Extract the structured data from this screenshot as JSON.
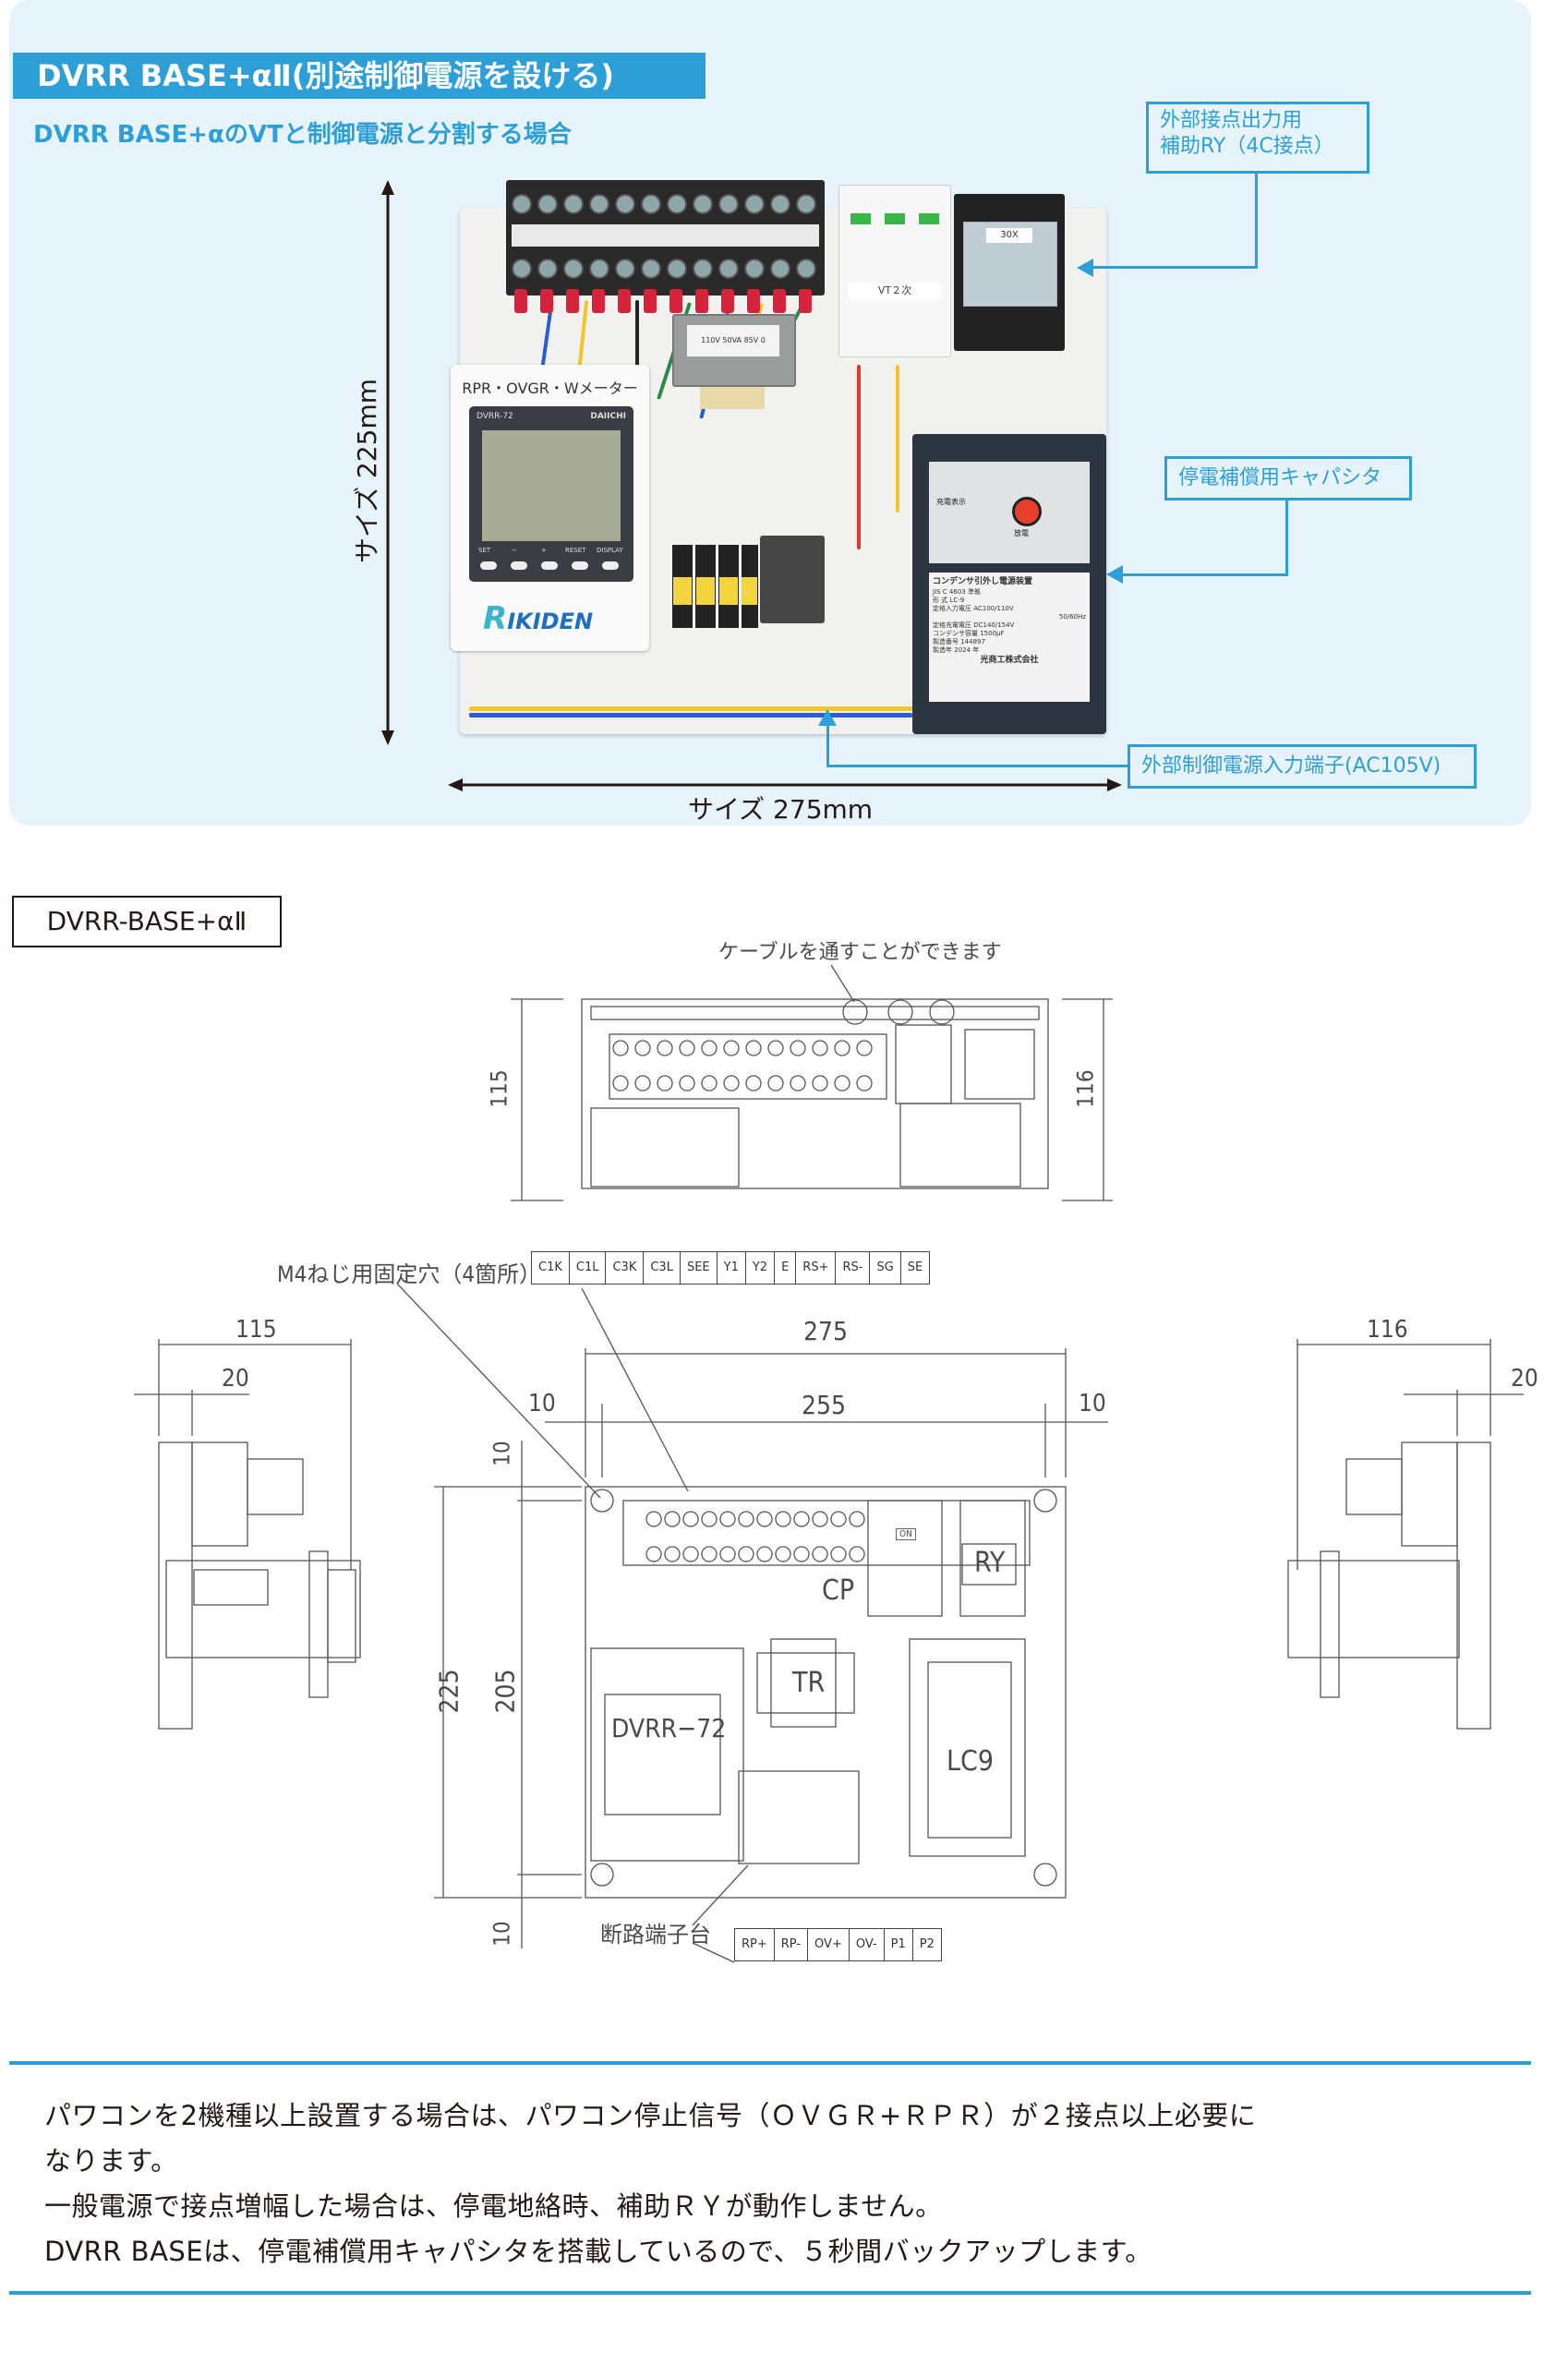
{
  "header": {
    "title": "DVRR BASE+αⅡ(別途制御電源を設ける)",
    "subtitle": "DVRR BASE+αのVTと制御電源と分割する場合"
  },
  "photo": {
    "callouts": {
      "relay": [
        "外部接点出力用",
        "補助RY（4C接点）"
      ],
      "capacitor": "停電補償用キャパシタ",
      "power_input": "外部制御電源入力端子(AC105V)"
    },
    "dimensions": {
      "height": "サイズ 225mm",
      "width": "サイズ 275mm"
    },
    "meter": {
      "title": "RPR・OVGR・Wメーター",
      "model": "DVRR-72",
      "brand": "DAIICHI",
      "keys": [
        "SET",
        "−",
        "+",
        "RESET",
        "DISPLAY"
      ]
    },
    "logo": "IKIDEN",
    "breaker_label": "VT２次",
    "relay_tag": "30X",
    "transformer_label": "110V  50VA  85V  0",
    "capacitor": {
      "charge_label": "充電表示",
      "discharge_label": "放電",
      "device_title": "コンデンサ引外し電源装置",
      "lines": [
        "JIS C 4603 準拠",
        "形 式  LC-9",
        "定格入力電圧 AC100/110V",
        "50/60Hz",
        "定格充電電圧 DC140/154V",
        "コンデンサ容量 1500μF",
        "製造番号 144897",
        "製造年 2024 年"
      ],
      "maker": "光商工株式会社"
    }
  },
  "drawing": {
    "label": "DVRR-BASE+αⅡ",
    "cable_note": "ケーブルを通すことができます",
    "screw_note": "M4ねじ用固定穴（4箇所）",
    "terminal_note": "断路端子台",
    "top_terminals": [
      "C1K",
      "C1L",
      "C3K",
      "C3L",
      "SEE",
      "Y1",
      "Y2",
      "E",
      "RS+",
      "RS-",
      "SG",
      "SE"
    ],
    "bottom_terminals": [
      "RP+",
      "RP-",
      "OV+",
      "OV-",
      "P1",
      "P2"
    ],
    "dims": {
      "top_left_depth": "115",
      "top_right_depth": "116",
      "left_depth": "115",
      "left_offset": "20",
      "right_depth": "116",
      "right_offset": "20",
      "overall_width": "275",
      "inner_width": "255",
      "margin_left": "10",
      "margin_right": "10",
      "overall_height": "225",
      "inner_height": "205",
      "margin_top": "10",
      "margin_bottom": "10"
    },
    "components": {
      "meter": "DVRR−72",
      "transformer": "TR",
      "capacitor": "LC9",
      "breaker": "CP",
      "relay": "RY",
      "breaker_on": "ON"
    }
  },
  "notes": [
    "パワコンを2機種以上設置する場合は、パワコン停止信号（ＯＶＧＲ+ＲＰＲ）が２接点以上必要に",
    "なります。",
    "一般電源で接点増幅した場合は、停電地絡時、補助ＲＹが動作しません。",
    "DVRR BASEは、停電補償用キャパシタを搭載しているので、５秒間バックアップします。"
  ],
  "colors": {
    "accent": "#2e9fd6",
    "panel_bg": "#e6f3fa",
    "text": "#231815"
  }
}
